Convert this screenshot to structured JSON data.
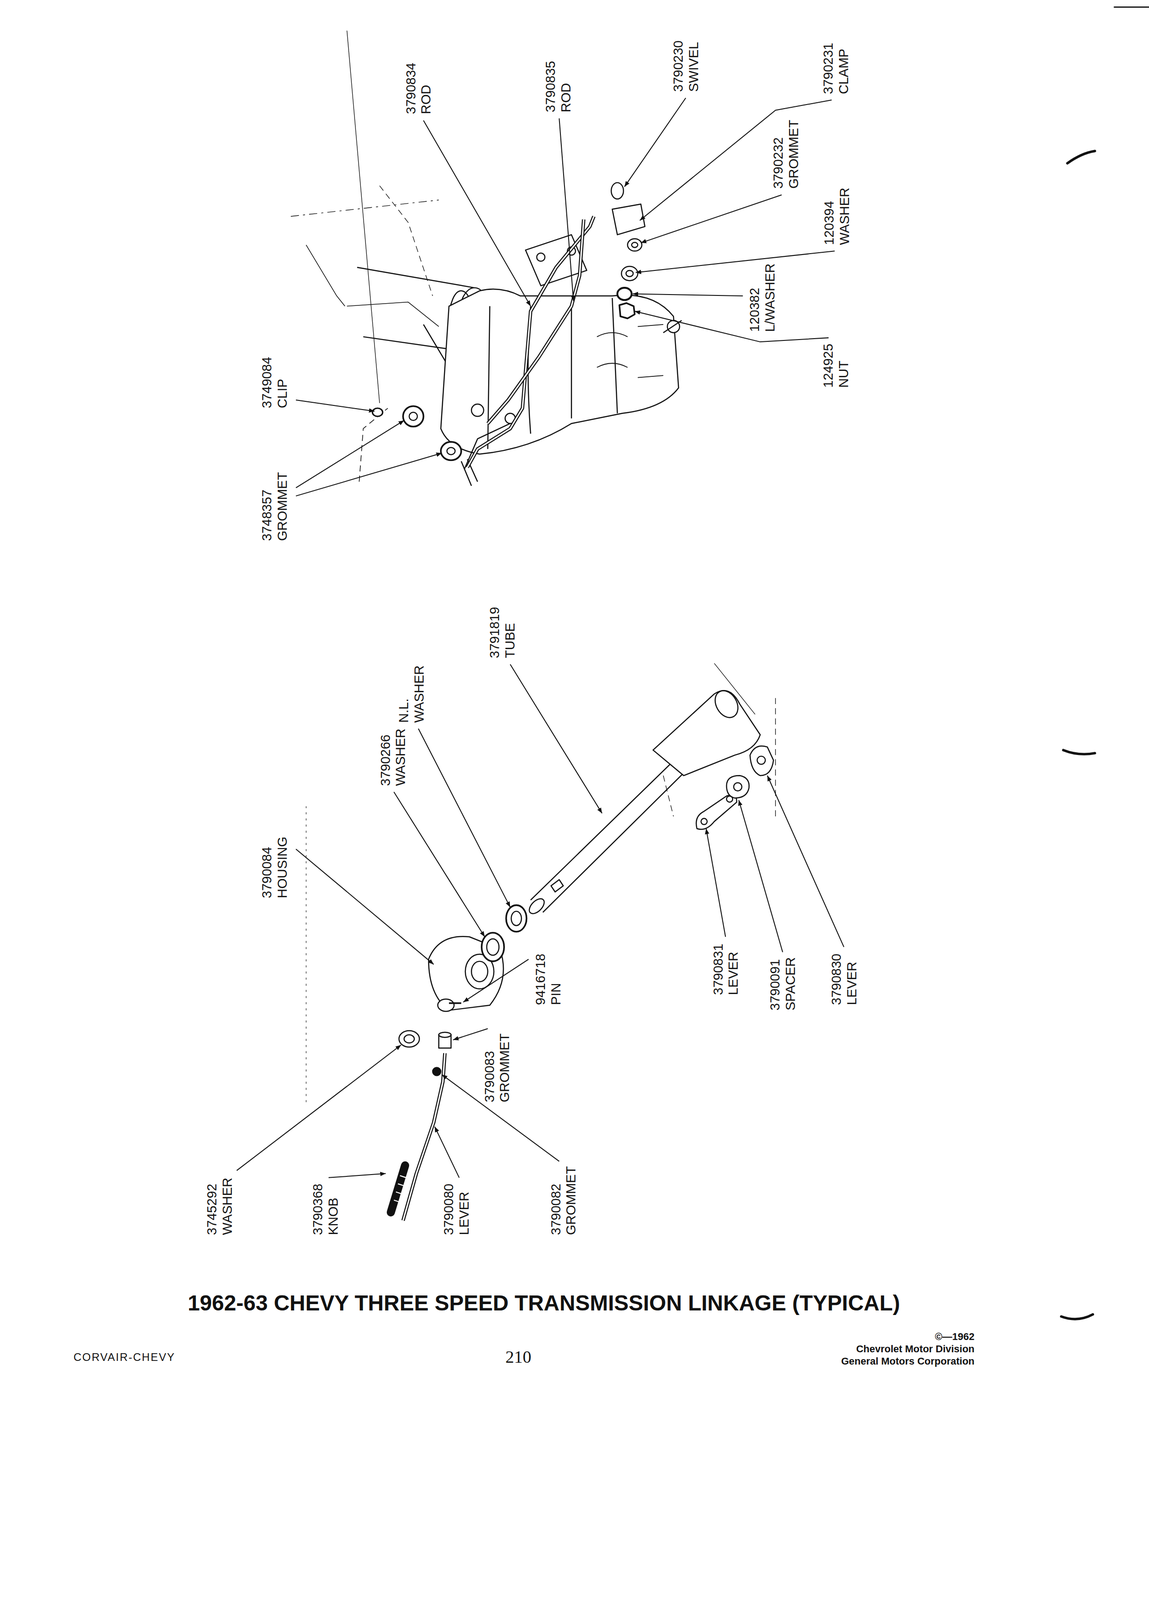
{
  "diagram": {
    "title": "1962-63 CHEVY THREE SPEED TRANSMISSION LINKAGE (TYPICAL)",
    "labels": [
      "3790834",
      "ROD",
      "3790835",
      "ROD",
      "3790230",
      "SWIVEL",
      "3790231",
      "CLAMP",
      "3790232",
      "GROMMET",
      "120394",
      "WASHER",
      "120382",
      "L/WASHER",
      "124925",
      "NUT",
      "3749084",
      "CLIP",
      "3748357",
      "GROMMET",
      "3790084",
      "HOUSING",
      "3790266",
      "WASHER",
      "N.L.",
      "WASHER",
      "3791819",
      "TUBE",
      "3745292",
      "WASHER",
      "3790368",
      "KNOB",
      "3790080",
      "LEVER",
      "3790082",
      "GROMMET",
      "9416718",
      "PIN",
      "3790083",
      "GROMMET",
      "3790831",
      "LEVER",
      "3790091",
      "SPACER",
      "3790830",
      "LEVER",
      "CORVAIR-CHEVY",
      "210",
      "©—1962",
      "Chevrolet Motor Division",
      "General Motors Corporation"
    ]
  }
}
